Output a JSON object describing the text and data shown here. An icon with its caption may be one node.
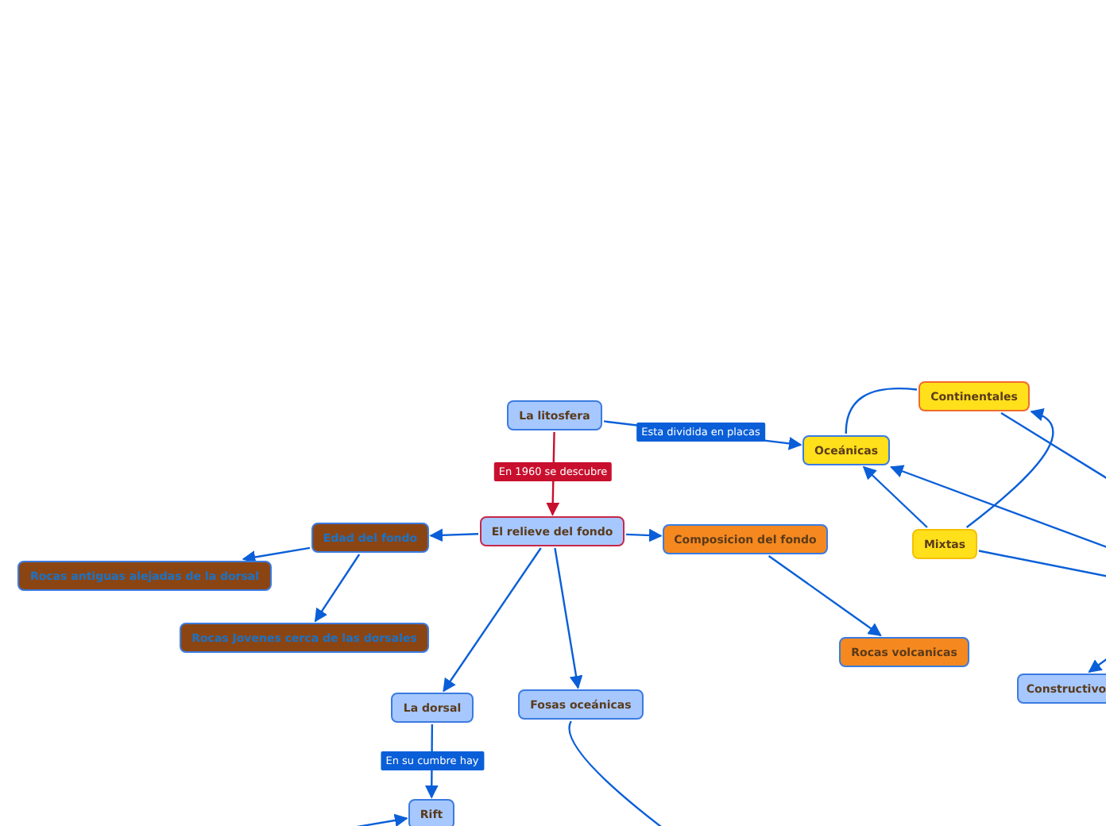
{
  "diagram": {
    "nodes": [
      {
        "text": [
          "La litosfera"
        ]
      },
      {
        "text": [
          "Continentales"
        ]
      },
      {
        "text": [
          "Oceánicas"
        ]
      },
      {
        "text": [
          "El relieve del fondo"
        ]
      },
      {
        "text": [
          "Edad del fondo"
        ]
      },
      {
        "text": [
          "Composicion del fondo"
        ]
      },
      {
        "text": [
          "Mixtas"
        ]
      },
      {
        "text": [
          "Rocas antiguas alejadas de la dorsal"
        ]
      },
      {
        "text": [
          "Rocas Jovenes cerca de las dorsales"
        ]
      },
      {
        "text": [
          "Rocas volcanicas"
        ]
      },
      {
        "text": [
          "Constructivo"
        ]
      },
      {
        "text": [
          "La dorsal"
        ]
      },
      {
        "text": [
          "Fosas oceánicas"
        ]
      },
      {
        "text": [
          "Rift"
        ]
      }
    ],
    "edges": [
      {
        "from": 0,
        "to": 2,
        "arrow": "to",
        "label": "Esta dividida en placas"
      },
      {
        "from": 0,
        "to": 3,
        "arrow": "to",
        "label": "En 1960 se descubre",
        "color": "#c8102e"
      },
      {
        "from": 3,
        "to": 4,
        "arrow": "to"
      },
      {
        "from": 3,
        "to": 5,
        "arrow": "to"
      },
      {
        "from": 4,
        "to": 7,
        "arrow": "to"
      },
      {
        "from": 4,
        "to": 8,
        "arrow": "to"
      },
      {
        "from": 3,
        "to": 11,
        "arrow": "to"
      },
      {
        "from": 3,
        "to": 12,
        "arrow": "to"
      },
      {
        "from": 5,
        "to": 9,
        "arrow": "to"
      },
      {
        "from": 11,
        "to": 13,
        "arrow": "to",
        "label": "En su cumbre hay"
      },
      {
        "from": 12,
        "to": null,
        "arrow": "none"
      },
      {
        "from": null,
        "to": 13,
        "arrow": "to"
      },
      {
        "from": 2,
        "to": 1,
        "arrow": "none"
      },
      {
        "from": 6,
        "to": 1,
        "arrow": "to"
      },
      {
        "from": 6,
        "to": 2,
        "arrow": "to"
      },
      {
        "from": 1,
        "to": null,
        "arrow": "none"
      },
      {
        "from": null,
        "to": 2,
        "arrow": "to"
      },
      {
        "from": 6,
        "to": null,
        "arrow": "none"
      },
      {
        "from": null,
        "to": 10,
        "arrow": "to"
      }
    ]
  }
}
